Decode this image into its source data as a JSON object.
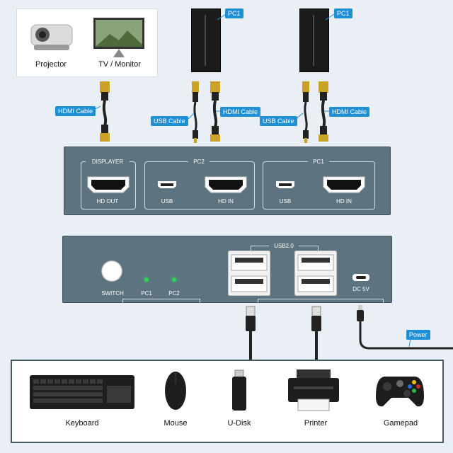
{
  "displays": {
    "projector": "Projector",
    "monitor": "TV / Monitor"
  },
  "pc_top_labels": [
    "PC1",
    "PC1"
  ],
  "cables": {
    "hdmi": "HDMI Cable",
    "usb": "USB Cable",
    "power": "Power"
  },
  "front_panel": {
    "displayer": "DISPLAYER",
    "hd_out": "HD OUT",
    "pc2": "PC2",
    "pc1": "PC1",
    "usb": "USB",
    "hd_in": "HD IN"
  },
  "back_panel": {
    "switch": "SWITCH",
    "led_pc1": "PC1",
    "led_pc2": "PC2",
    "usb20": "USB2.0",
    "dc": "DC 5V"
  },
  "peripherals": [
    "Keyboard",
    "Mouse",
    "U-Disk",
    "Printer",
    "Gamepad"
  ],
  "colors": {
    "accent": "#1f8fd6",
    "panel": "#5e7380",
    "led": "#2fd35a"
  }
}
